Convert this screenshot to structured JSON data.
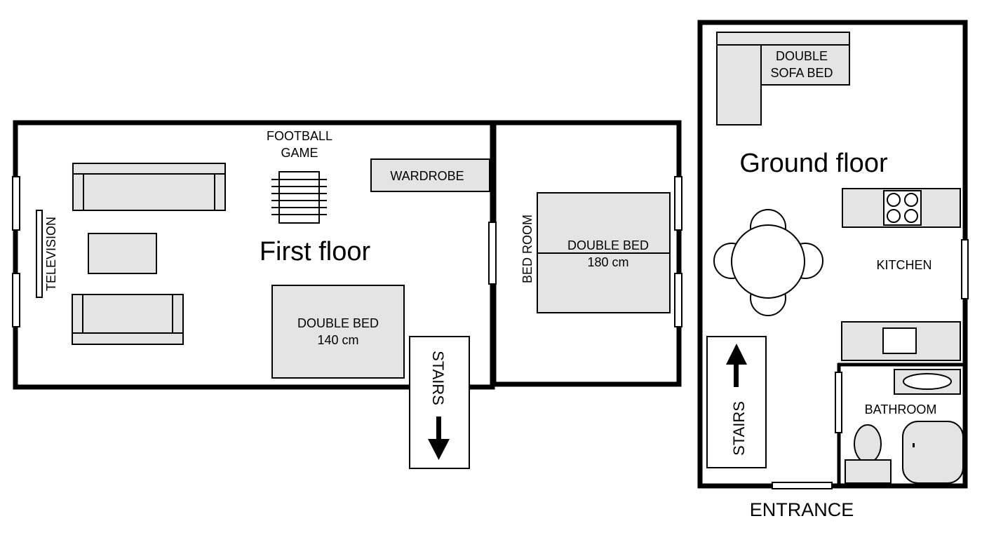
{
  "labels": {
    "first_floor": "First floor",
    "ground_floor": "Ground floor",
    "football_line1": "FOOTBALL",
    "football_line2": "GAME",
    "wardrobe": "WARDROBE",
    "television": "TELEVISION",
    "double_bed_140_line1": "DOUBLE BED",
    "double_bed_140_line2": "140 cm",
    "double_bed_180_line1": "DOUBLE BED",
    "double_bed_180_line2": "180 cm",
    "bed_room": "BED ROOM",
    "stairs_first": "STAIRS",
    "stairs_ground": "STAIRS",
    "sofa_bed_line1": "DOUBLE",
    "sofa_bed_line2": "SOFA BED",
    "kitchen": "KITCHEN",
    "bathroom": "BATHROOM",
    "entrance": "ENTRANCE"
  },
  "colors": {
    "wall": "#000000",
    "furniture_fill": "#e4e4e4",
    "background": "#ffffff"
  },
  "icons": {
    "stairs_down": "arrow-down-icon",
    "stairs_up": "arrow-up-icon",
    "stove": "stove-burners-icon"
  }
}
